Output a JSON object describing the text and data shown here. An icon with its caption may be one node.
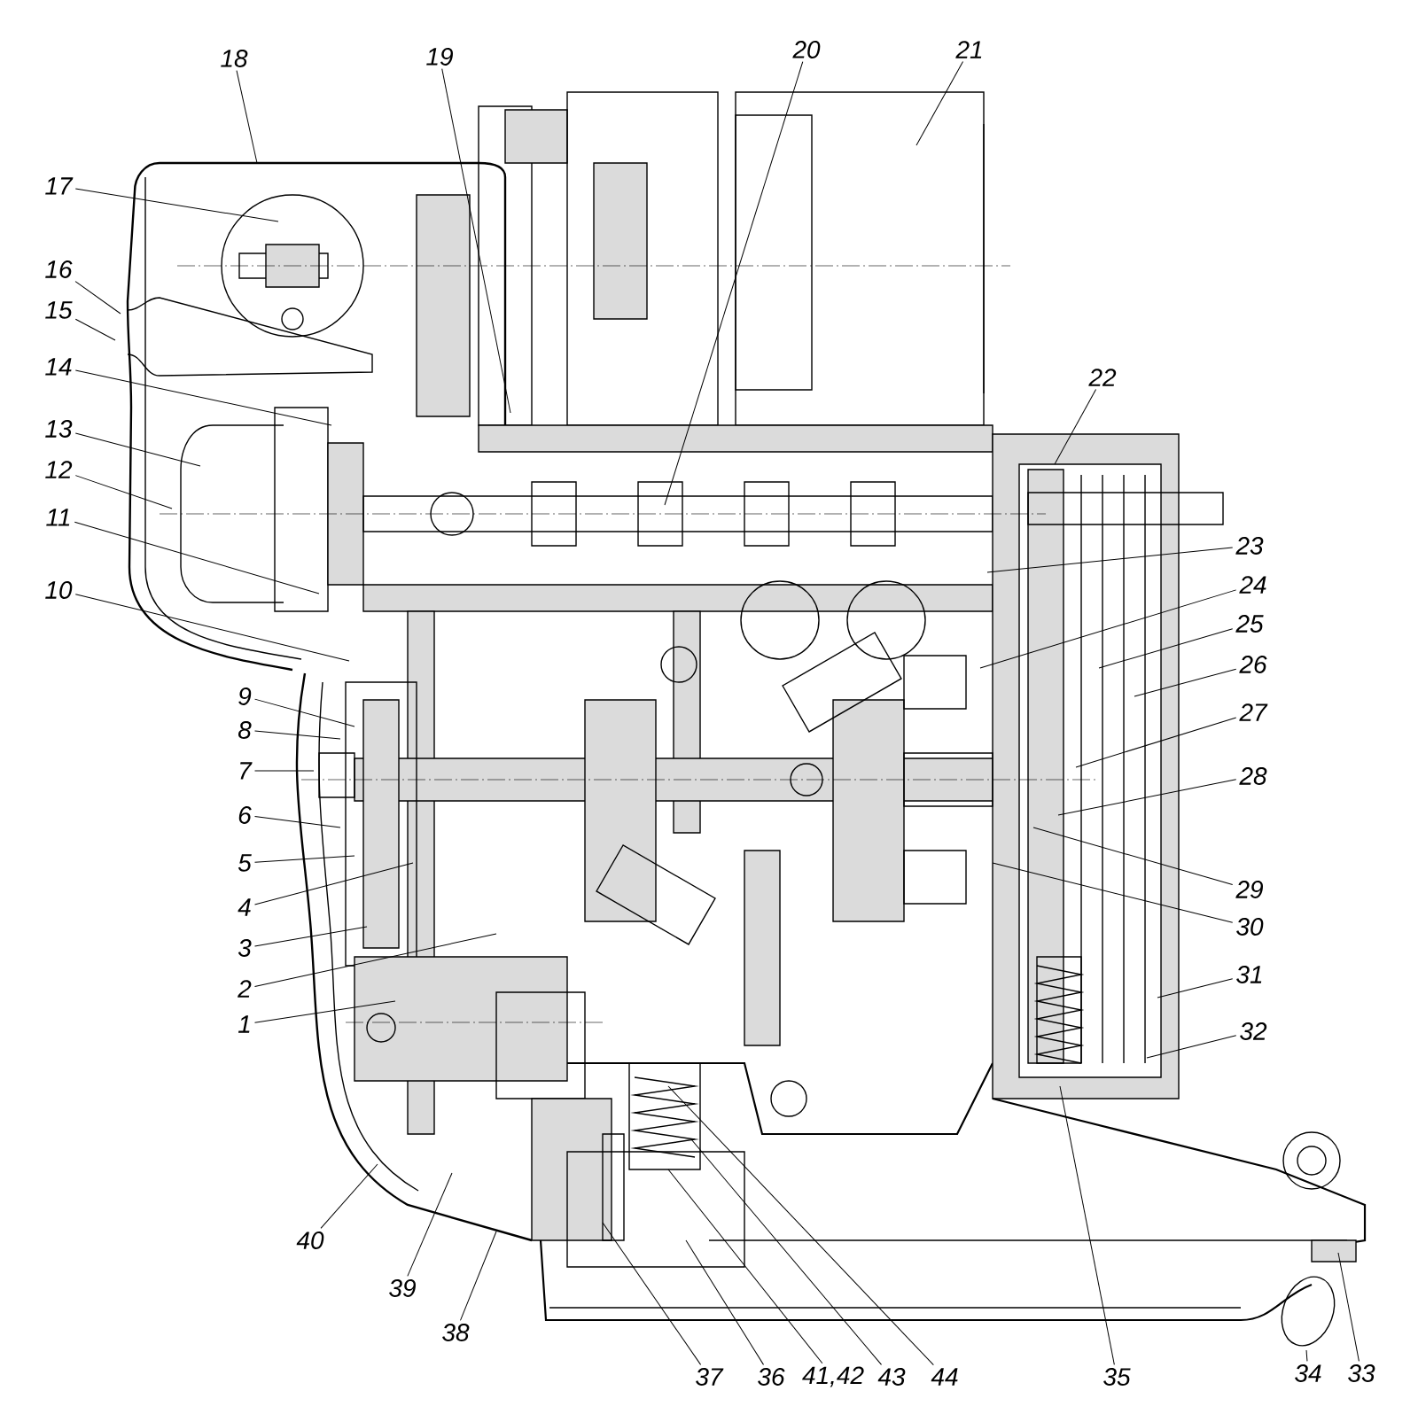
{
  "diagram": {
    "nodes": [
      {
        "text": [
          "1"
        ]
      },
      {
        "text": [
          "2"
        ]
      },
      {
        "text": [
          "3"
        ]
      },
      {
        "text": [
          "4"
        ]
      },
      {
        "text": [
          "5"
        ]
      },
      {
        "text": [
          "6"
        ]
      },
      {
        "text": [
          "7"
        ]
      },
      {
        "text": [
          "8"
        ]
      },
      {
        "text": [
          "9"
        ]
      },
      {
        "text": [
          "10"
        ]
      },
      {
        "text": [
          "11"
        ]
      },
      {
        "text": [
          "12"
        ]
      },
      {
        "text": [
          "13"
        ]
      },
      {
        "text": [
          "14"
        ]
      },
      {
        "text": [
          "15"
        ]
      },
      {
        "text": [
          "16"
        ]
      },
      {
        "text": [
          "17"
        ]
      },
      {
        "text": [
          "18"
        ]
      },
      {
        "text": [
          "19"
        ]
      },
      {
        "text": [
          "20"
        ]
      },
      {
        "text": [
          "21"
        ]
      },
      {
        "text": [
          "22"
        ]
      },
      {
        "text": [
          "23"
        ]
      },
      {
        "text": [
          "24"
        ]
      },
      {
        "text": [
          "25"
        ]
      },
      {
        "text": [
          "26"
        ]
      },
      {
        "text": [
          "27"
        ]
      },
      {
        "text": [
          "28"
        ]
      },
      {
        "text": [
          "29"
        ]
      },
      {
        "text": [
          "30"
        ]
      },
      {
        "text": [
          "31"
        ]
      },
      {
        "text": [
          "32"
        ]
      },
      {
        "text": [
          "33"
        ]
      },
      {
        "text": [
          "34"
        ]
      },
      {
        "text": [
          "35"
        ]
      },
      {
        "text": [
          "36"
        ]
      },
      {
        "text": [
          "37"
        ]
      },
      {
        "text": [
          "38"
        ]
      },
      {
        "text": [
          "39"
        ]
      },
      {
        "text": [
          "40"
        ]
      },
      {
        "text": [
          "41,42"
        ]
      },
      {
        "text": [
          "43"
        ]
      },
      {
        "text": [
          "44"
        ]
      }
    ],
    "edges": [
      {
        "from": 0,
        "to": null,
        "arrow": "none"
      },
      {
        "from": 1,
        "to": null,
        "arrow": "none"
      },
      {
        "from": 2,
        "to": null,
        "arrow": "none"
      },
      {
        "from": 3,
        "to": null,
        "arrow": "none"
      },
      {
        "from": 4,
        "to": null,
        "arrow": "none"
      },
      {
        "from": 5,
        "to": null,
        "arrow": "none"
      },
      {
        "from": 6,
        "to": null,
        "arrow": "none"
      },
      {
        "from": 7,
        "to": null,
        "arrow": "none"
      },
      {
        "from": 8,
        "to": null,
        "arrow": "none"
      },
      {
        "from": 9,
        "to": null,
        "arrow": "none"
      },
      {
        "from": 10,
        "to": null,
        "arrow": "none"
      },
      {
        "from": 11,
        "to": null,
        "arrow": "none"
      },
      {
        "from": 12,
        "to": null,
        "arrow": "none"
      },
      {
        "from": 13,
        "to": null,
        "arrow": "none"
      },
      {
        "from": 14,
        "to": null,
        "arrow": "none"
      },
      {
        "from": 15,
        "to": null,
        "arrow": "none"
      },
      {
        "from": 16,
        "to": null,
        "arrow": "none"
      },
      {
        "from": 17,
        "to": null,
        "arrow": "none"
      },
      {
        "from": 18,
        "to": null,
        "arrow": "none"
      },
      {
        "from": 19,
        "to": null,
        "arrow": "none"
      },
      {
        "from": 20,
        "to": null,
        "arrow": "none"
      },
      {
        "from": 21,
        "to": null,
        "arrow": "none"
      },
      {
        "from": 22,
        "to": null,
        "arrow": "none"
      },
      {
        "from": 23,
        "to": null,
        "arrow": "none"
      },
      {
        "from": 24,
        "to": null,
        "arrow": "none"
      },
      {
        "from": 25,
        "to": null,
        "arrow": "none"
      },
      {
        "from": 26,
        "to": null,
        "arrow": "none"
      },
      {
        "from": 27,
        "to": null,
        "arrow": "none"
      },
      {
        "from": 28,
        "to": null,
        "arrow": "none"
      },
      {
        "from": 29,
        "to": null,
        "arrow": "none"
      },
      {
        "from": 30,
        "to": null,
        "arrow": "none"
      },
      {
        "from": 31,
        "to": null,
        "arrow": "none"
      },
      {
        "from": 32,
        "to": null,
        "arrow": "none"
      },
      {
        "from": 33,
        "to": null,
        "arrow": "none"
      },
      {
        "from": 34,
        "to": null,
        "arrow": "none"
      },
      {
        "from": 35,
        "to": null,
        "arrow": "none"
      },
      {
        "from": 36,
        "to": null,
        "arrow": "none"
      },
      {
        "from": 37,
        "to": null,
        "arrow": "none"
      },
      {
        "from": 38,
        "to": null,
        "arrow": "none"
      },
      {
        "from": 39,
        "to": null,
        "arrow": "none"
      },
      {
        "from": 40,
        "to": null,
        "arrow": "none"
      },
      {
        "from": 41,
        "to": null,
        "arrow": "none"
      },
      {
        "from": 42,
        "to": null,
        "arrow": "none"
      }
    ]
  }
}
